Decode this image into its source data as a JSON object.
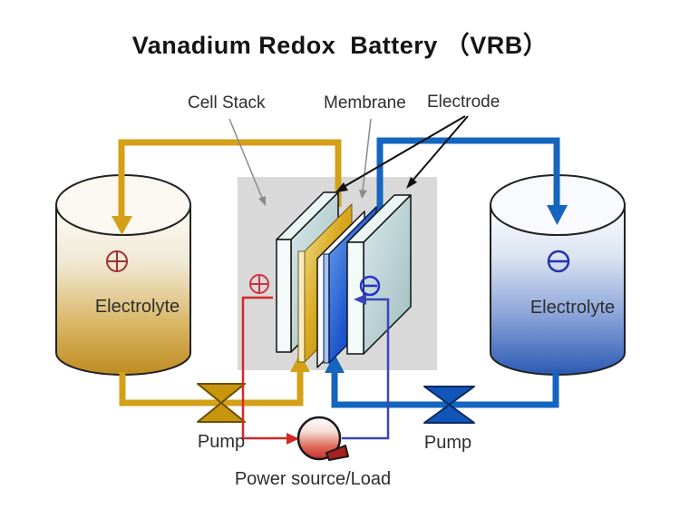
{
  "title": "Vanadium Redox  Battery （VRB）",
  "diagram": {
    "cell_stack_label": "Cell Stack",
    "membrane_label": "Membrane",
    "electrode_label": "Electrode",
    "left_tank": {
      "label": "Electrolyte",
      "terminal_symbol": "⊕"
    },
    "right_tank": {
      "label": "Electrolyte",
      "terminal_symbol": "⊖"
    },
    "left_pump_label": "Pump",
    "right_pump_label": "Pump",
    "power_label": "Power source/Load",
    "cell_terminals": {
      "positive": "⊕",
      "negative": "⊖"
    }
  },
  "colors": {
    "positive_loop": "#D4A017",
    "negative_loop": "#1565C0",
    "positive_wire": "#D62828",
    "negative_wire": "#3A45B8",
    "pump_left": "#C8960C",
    "pump_right": "#1255B8",
    "gray_box": "#D9D9D9",
    "tank_left_bottom": "#C08C22",
    "tank_right_bottom": "#2B5AB4",
    "membrane": "#FFFFFF",
    "arrow_black": "#111111",
    "arrow_gray": "#8A8A8A"
  }
}
